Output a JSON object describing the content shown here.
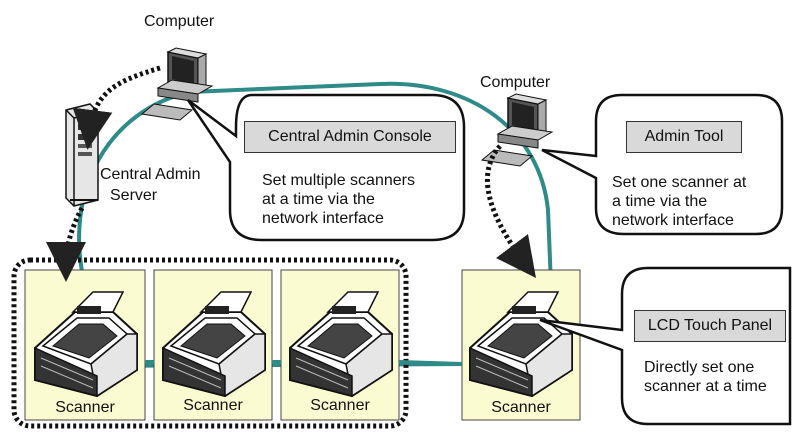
{
  "computer_left": {
    "label": "Computer"
  },
  "computer_right": {
    "label": "Computer"
  },
  "server": {
    "label_line1": "Central Admin",
    "label_line2": "Server"
  },
  "callout_console": {
    "title": "Central Admin Console",
    "lines": [
      "Set multiple scanners",
      "at a time via the",
      "network interface"
    ]
  },
  "callout_admin_tool": {
    "title": "Admin Tool",
    "lines": [
      "Set one scanner at",
      "a time via the",
      "network interface"
    ]
  },
  "callout_lcd": {
    "title": "LCD Touch Panel",
    "lines": [
      "Directly set one",
      "scanner at a time"
    ]
  },
  "scanners": [
    {
      "label": "Scanner"
    },
    {
      "label": "Scanner"
    },
    {
      "label": "Scanner"
    },
    {
      "label": "Scanner"
    }
  ],
  "colors": {
    "network_line": "#2e8b87",
    "scanner_panel": "#fbfbd2",
    "title_box": "#d9d9d9"
  }
}
